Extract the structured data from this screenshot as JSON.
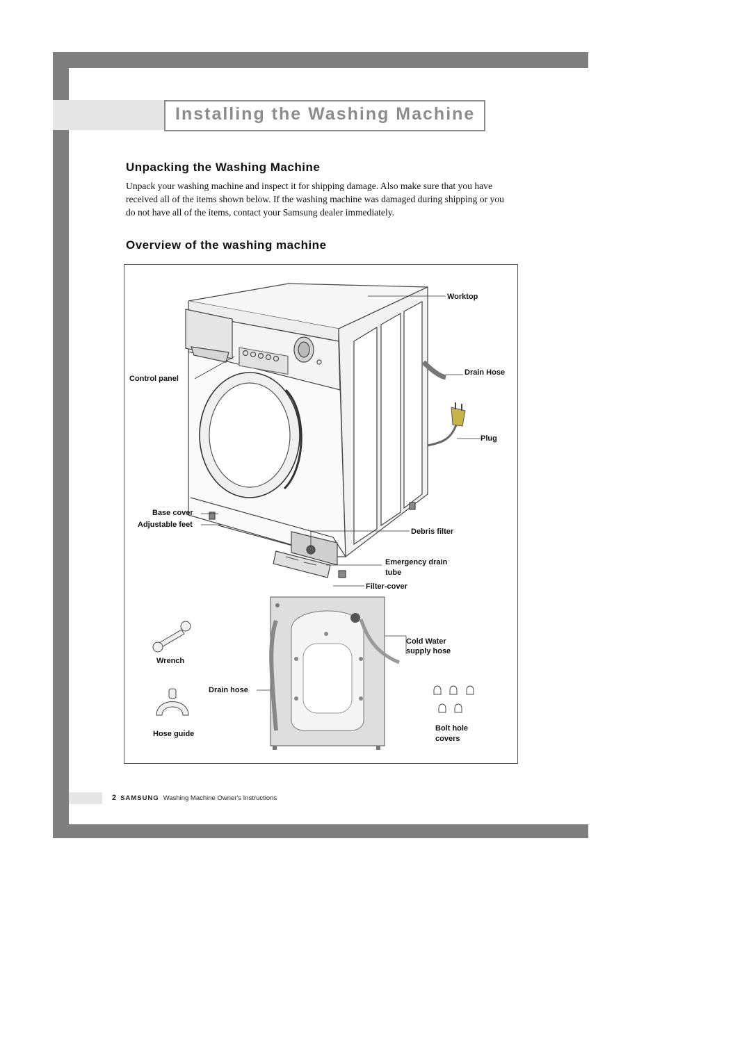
{
  "page_title": "Installing the Washing Machine",
  "section_unpacking": {
    "heading": "Unpacking the Washing Machine",
    "body": "Unpack your washing machine and inspect it for shipping damage.  Also make sure that you have received all of the items shown below.  If the washing machine was damaged during shipping or you do not have all of the items, contact your Samsung dealer immediately."
  },
  "section_overview": {
    "heading": "Overview of the washing machine"
  },
  "labels": {
    "worktop": "Worktop",
    "drain_hose_top": "Drain Hose",
    "control_panel": "Control panel",
    "plug": "Plug",
    "base_cover": "Base cover",
    "adjustable_feet": "Adjustable feet",
    "debris_filter": "Debris filter",
    "emergency_drain_tube_1": "Emergency drain",
    "emergency_drain_tube_2": "tube",
    "filter_cover": "Filter-cover",
    "cold_water_1": "Cold Water",
    "cold_water_2": "supply hose",
    "wrench": "Wrench",
    "drain_hose_rear": "Drain hose",
    "hose_guide": "Hose guide",
    "bolt_hole_1": "Bolt hole",
    "bolt_hole_2": "covers"
  },
  "footer": {
    "page_number": "2",
    "brand": "SAMSUNG",
    "text": "Washing Machine Owner's Instructions"
  },
  "colors": {
    "frame": "#7f7f7f",
    "title_gray": "#8c8c8c",
    "light_panel": "#e6e6e6"
  }
}
